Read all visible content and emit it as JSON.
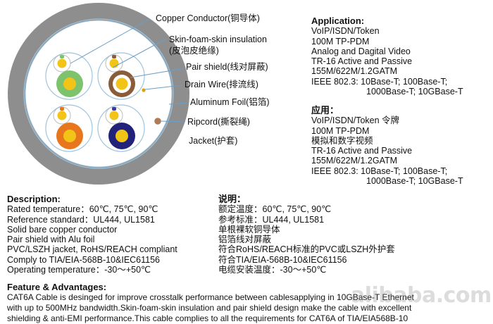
{
  "diagram": {
    "labels": {
      "copper": "Copper Conductor(铜导体)",
      "skin_foam_1": "Skin-foam-skin insulation",
      "skin_foam_2": "(皮泡皮绝缘)",
      "pair_shield": "Pair shield(线对屏蔽)",
      "drain_wire": "Drain Wire(排流线)",
      "aluminum_foil": "Aluminum Foil(铝箔)",
      "ripcord": "Ripcord(撕裂绳)",
      "jacket": "Jacket(护套)"
    },
    "colors": {
      "jacket": "#8e8e8e",
      "inner_fill": "#ffffff",
      "foil_line": "#9ec5e0",
      "copper": "#f2c418",
      "ripcord": "#b07b55",
      "drain": "#e0a010",
      "pair_tl_solid": "#f4c010",
      "pair_tl_stripe": "#7dc26c",
      "pair_tr_solid": "#8a5c3a",
      "pair_tr_stripe": "#8a5c3a",
      "pair_bl_solid": "#e8761c",
      "pair_bl_stripe": "#e8761c",
      "pair_br_solid": "#22227a",
      "pair_br_stripe": "#3a3a9a"
    }
  },
  "application_en": {
    "title": "Application:",
    "lines": [
      "VoIP/ISDN/Token",
      "100M TP-PDM",
      "Analog and Dagital Video",
      "TR-16 Active and Passive",
      "155M/622M/1.2GATM",
      "IEEE 802.3: 10Base-T; 100Base-T;",
      "1000Base-T; 10GBase-T"
    ]
  },
  "application_cn": {
    "title": "应用：",
    "lines": [
      "VoIP/ISDN/Token 令牌",
      "100M TP-PDM",
      "模拟和数字视频",
      "TR-16 Active and Passive",
      "155M/622M/1.2GATM",
      "IEEE 802.3: 10Base-T; 100Base-T;",
      "1000Base-T; 10GBase-T"
    ]
  },
  "description_en": {
    "title": "Description:",
    "lines": [
      "Rated temperature：60℃, 75℃, 90℃",
      "Reference standard：UL444, UL1581",
      "Solid bare copper conductor",
      "Pair shield with Alu foil",
      "PVC/LSZH jacket, RoHS/REACH compliant",
      "Comply to TIA/EIA-568B-10&IEC61156",
      "Operating temperature：-30～+50℃"
    ]
  },
  "description_cn": {
    "title": "说明：",
    "lines": [
      "额定温度：60℃, 75℃, 90℃",
      "参考标准：UL444, UL1581",
      "单根裸软铜导体",
      "铝箔线对屏蔽",
      "符合RoHS/REACH标准的PVC或LSZH外护套",
      "符合TIA/EIA-568B-10&IEC61156",
      "电缆安装温度：-30～+50℃"
    ]
  },
  "features": {
    "title": "Feature & Advantages:",
    "lines": [
      "CAT6A Cable is desinged for improve crosstalk performance between cablesapplying in 10GBase-T Ethernet",
      "with up to 500MHz bandwidth.Skin-foam-skin insulation and pair shield design make the cable with excellent",
      "shielding & anti-EMI performance.This cable complies to all the requirements for CAT6A of TIA/EIA568B-10"
    ]
  },
  "watermark": "alibaba.com.cn"
}
